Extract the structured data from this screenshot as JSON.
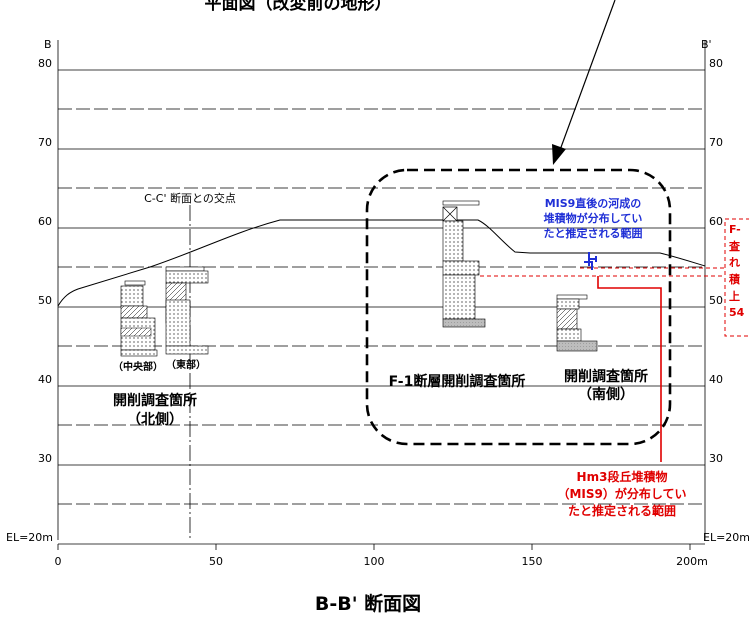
{
  "titles": {
    "plan": "平面図（改変前の地形）",
    "section": "B-B' 断面図"
  },
  "section_ends": {
    "left": "B",
    "right": "B'"
  },
  "elevation_ticks": [
    "80",
    "70",
    "60",
    "50",
    "40",
    "30"
  ],
  "elevation_base": "EL=20m",
  "distance_ticks": [
    "0",
    "50",
    "100",
    "150",
    "200m"
  ],
  "labels": {
    "cross_section": "C-C' 断面との交点",
    "central": "（中央部）",
    "east": "（東部）",
    "north_pit_1": "開削調査箇所",
    "north_pit_2": "（北側）",
    "f1_pit": "F-1断層開削調査箇所",
    "south_pit_1": "開削調査箇所",
    "south_pit_2": "（南側）"
  },
  "annotations": {
    "blue": [
      "MIS9直後の河成の",
      "堆積物が分布してい",
      "たと推定される範囲"
    ],
    "red": [
      "Hm3段丘堆積物",
      "（MIS9）が分布してい",
      "たと推定される範囲"
    ],
    "side_box": [
      "F-",
      "査",
      "れ",
      "積",
      "上",
      "54"
    ]
  },
  "colors": {
    "blue_note": "#1f2fd6",
    "red_note": "#e00000",
    "line": "#000000"
  }
}
